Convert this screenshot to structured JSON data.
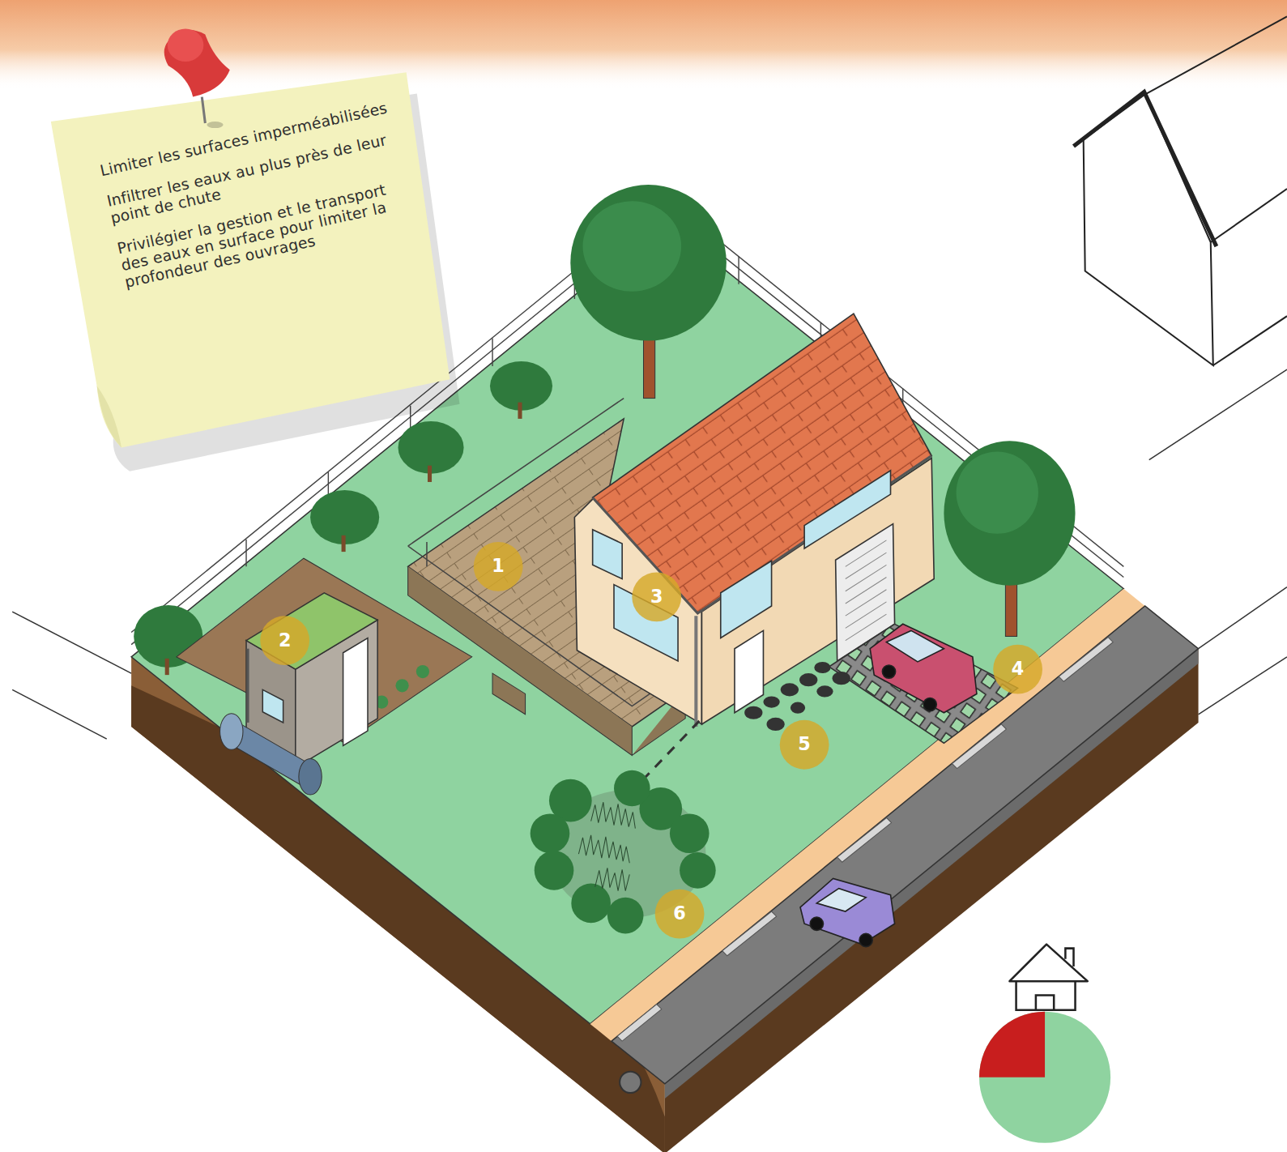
{
  "diagram": {
    "nodes": [
      {
        "text": [
          "Limiter les surfaces imperméabilisées",
          "Infiltrer les eaux au plus près de leur point de chute",
          "Privilégier la gestion et le transport des eaux en surface pour limiter la profondeur des ouvrages"
        ]
      }
    ],
    "labels": [
      "1",
      "2",
      "3",
      "4",
      "5",
      "6"
    ]
  }
}
